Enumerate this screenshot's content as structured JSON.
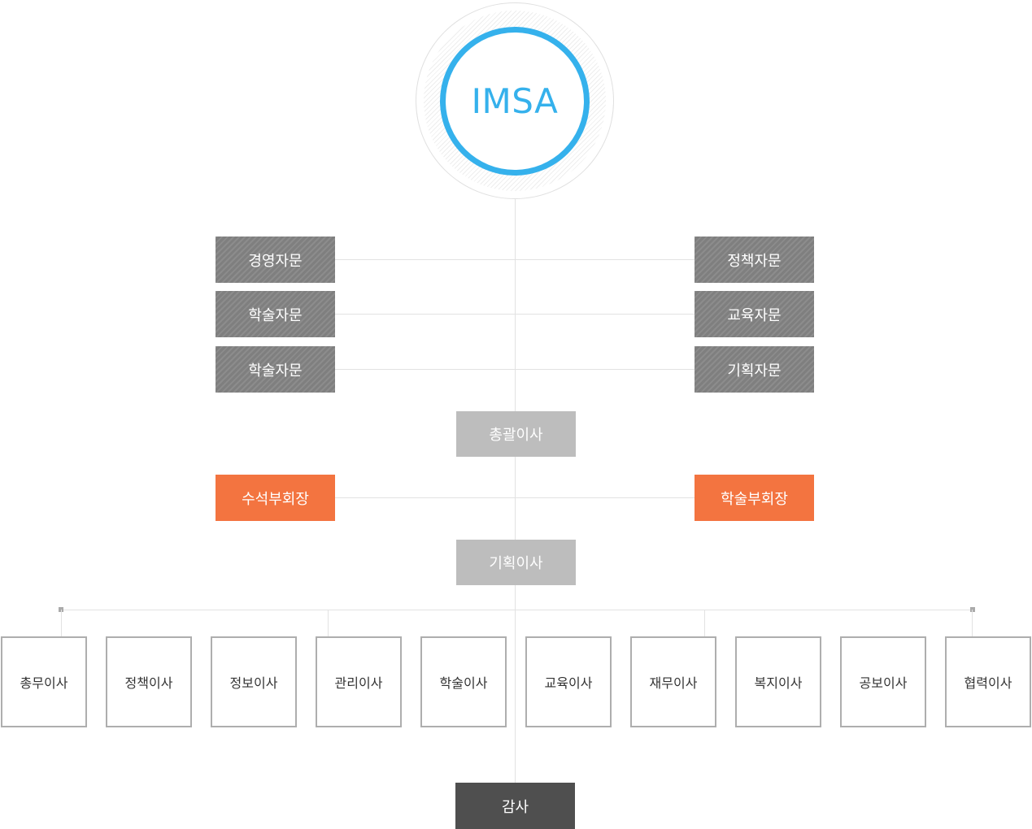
{
  "logo": {
    "text": "IMSA",
    "color": "#35b1ec"
  },
  "advisors": {
    "left": [
      "경영자문",
      "학술자문",
      "학술자문"
    ],
    "right": [
      "정책자문",
      "교육자문",
      "기획자문"
    ]
  },
  "general_director": "총괄이사",
  "vice_presidents": {
    "left": "수석부회장",
    "right": "학술부회장"
  },
  "planning_director": "기획이사",
  "directors": [
    "총무이사",
    "정책이사",
    "정보이사",
    "관리이사",
    "학술이사",
    "교육이사",
    "재무이사",
    "복지이사",
    "공보이사",
    "협력이사"
  ],
  "auditor": "감사",
  "colors": {
    "accent_blue": "#35b1ec",
    "vice_orange": "#f37440",
    "advisor_gray": "#858585",
    "exec_gray": "#bdbdbd",
    "audit_dark": "#4f4f4f"
  }
}
